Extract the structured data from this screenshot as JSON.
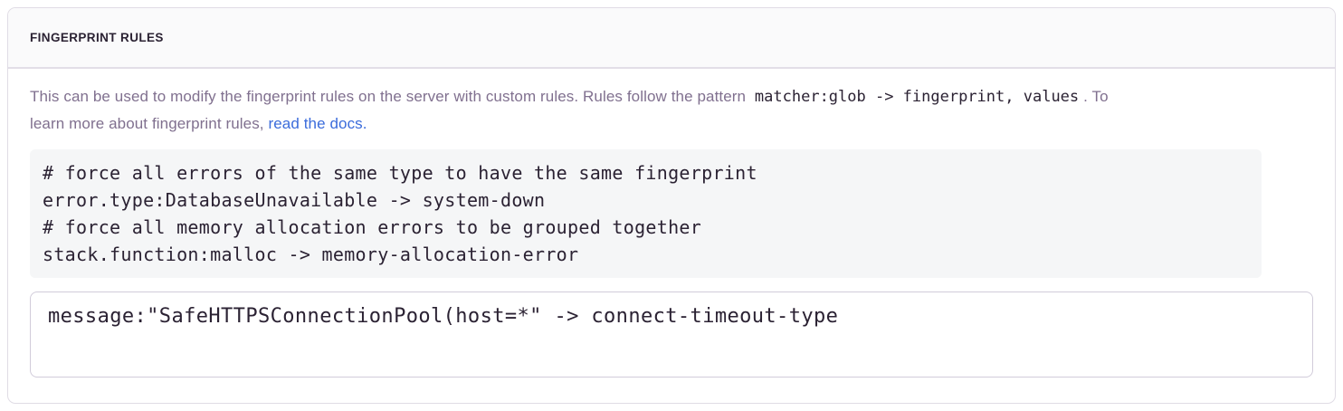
{
  "panel": {
    "title": "FINGERPRINT RULES",
    "description": {
      "text_before_code": "This can be used to modify the fingerprint rules on the server with custom rules. Rules follow the pattern ",
      "inline_code": "matcher:glob -> fingerprint, values",
      "text_after_code": ". To",
      "line2_prefix": "learn more about fingerprint rules, ",
      "link_text": "read the docs."
    },
    "code_example": "# force all errors of the same type to have the same fingerprint\nerror.type:DatabaseUnavailable -> system-down\n# force all memory allocation errors to be grouped together\nstack.function:malloc -> memory-allocation-error",
    "textarea_value": "message:\"SafeHTTPSConnectionPool(host=*\" -> connect-timeout-type"
  },
  "colors": {
    "panel_border": "#e0dce5",
    "header_background": "#fafafb",
    "title_text": "#2b2233",
    "description_text": "#80708f",
    "link_blue": "#3b6cdb",
    "code_block_background": "#f5f6f7",
    "code_text": "#2b2233",
    "textarea_border": "#d1ccda"
  }
}
